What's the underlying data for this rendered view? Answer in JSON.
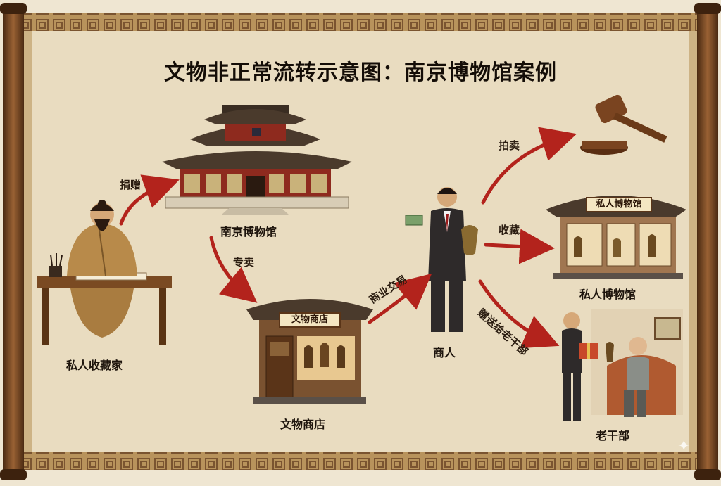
{
  "title": "文物非正常流转示意图：南京博物馆案例",
  "nodes": {
    "collector": "私人收藏家",
    "museum": "南京博物馆",
    "shop": "文物商店",
    "merchant": "商人",
    "private_museum": "私人博物馆",
    "cadre": "老干部"
  },
  "edges": {
    "donate": "捐赠",
    "sell_exclusive": "专卖",
    "trade": "商业交易",
    "auction": "拍卖",
    "collect": "收藏",
    "gift": "赠送给老干部"
  },
  "signs": {
    "shop_sign": "文物商店",
    "private_museum_sign": "私人博物馆"
  },
  "colors": {
    "parchment": "#efe6d2",
    "scroll_wood": "#6b3f1c",
    "arrow_red": "#b3231c",
    "building_roof": "#4a3a2c",
    "building_red": "#8e2a1e"
  }
}
